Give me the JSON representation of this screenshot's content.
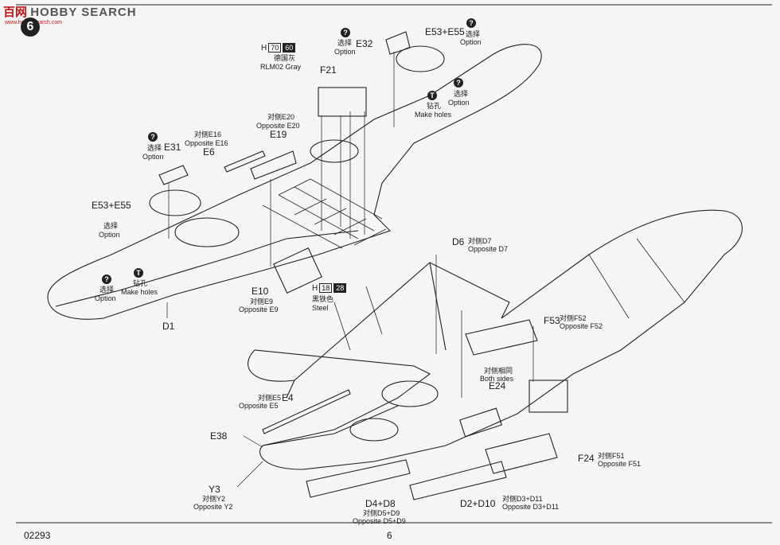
{
  "watermark": {
    "brand": "百网",
    "text": "HOBBY SEARCH",
    "sub": "www.hobbysearch.com"
  },
  "step_number": "6",
  "footer": {
    "code": "02293",
    "page": "6"
  },
  "labels": {
    "h_paint": {
      "letter": "H",
      "num1": "70",
      "num2": "60",
      "cn": "德国灰",
      "en": "RLM02 Gray"
    },
    "h_steel": {
      "letter": "H",
      "num1": "18",
      "num2": "28",
      "cn": "黑铁色",
      "en": "Steel"
    },
    "e32": "E32",
    "opt1_cn": "选择",
    "opt1_en": "Option",
    "e53_top": "E53+E55",
    "opt2_cn": "选择",
    "opt2_en": "Option",
    "f21": "F21",
    "drill1_cn": "钻孔",
    "drill1_en": "Make holes",
    "opt3_cn": "选择",
    "opt3_en": "Option",
    "e20_cn": "对侧E20",
    "e20_en": "Opposite E20",
    "e19": "E19",
    "e16_cn": "对侧E16",
    "e16_en": "Opposite E16",
    "e6": "E6",
    "opt4_cn": "选择",
    "opt4_en": "Option",
    "e31": "E31",
    "e53_left": "E53+E55",
    "opt5_cn": "选择",
    "opt5_en": "Option",
    "opt6_cn": "选择",
    "opt6_en": "Option",
    "drill2_cn": "钻孔",
    "drill2_en": "Make holes",
    "e10": "E10",
    "e9_cn": "对侧E9",
    "e9_en": "Opposite E9",
    "d1": "D1",
    "d6": "D6",
    "d7_cn": "对侧D7",
    "d7_en": "Opposite D7",
    "f53": "F53",
    "f52_cn": "对侧F52",
    "f52_en": "Opposite F52",
    "both_cn": "对侧相同",
    "both_en": "Both sides",
    "e24": "E24",
    "e4": "E4",
    "e5_cn": "对侧E5",
    "e5_en": "Opposite E5",
    "e38": "E38",
    "f24": "F24",
    "f51_cn": "对侧F51",
    "f51_en": "Opposite F51",
    "y3": "Y3",
    "y2_cn": "对侧Y2",
    "y2_en": "Opposite Y2",
    "d4": "D4+D8",
    "d5_cn": "对侧D5+D9",
    "d5_en": "Opposite D5+D9",
    "d2": "D2+D10",
    "d3_cn": "对侧D3+D11",
    "d3_en": "Opposite D3+D11"
  }
}
